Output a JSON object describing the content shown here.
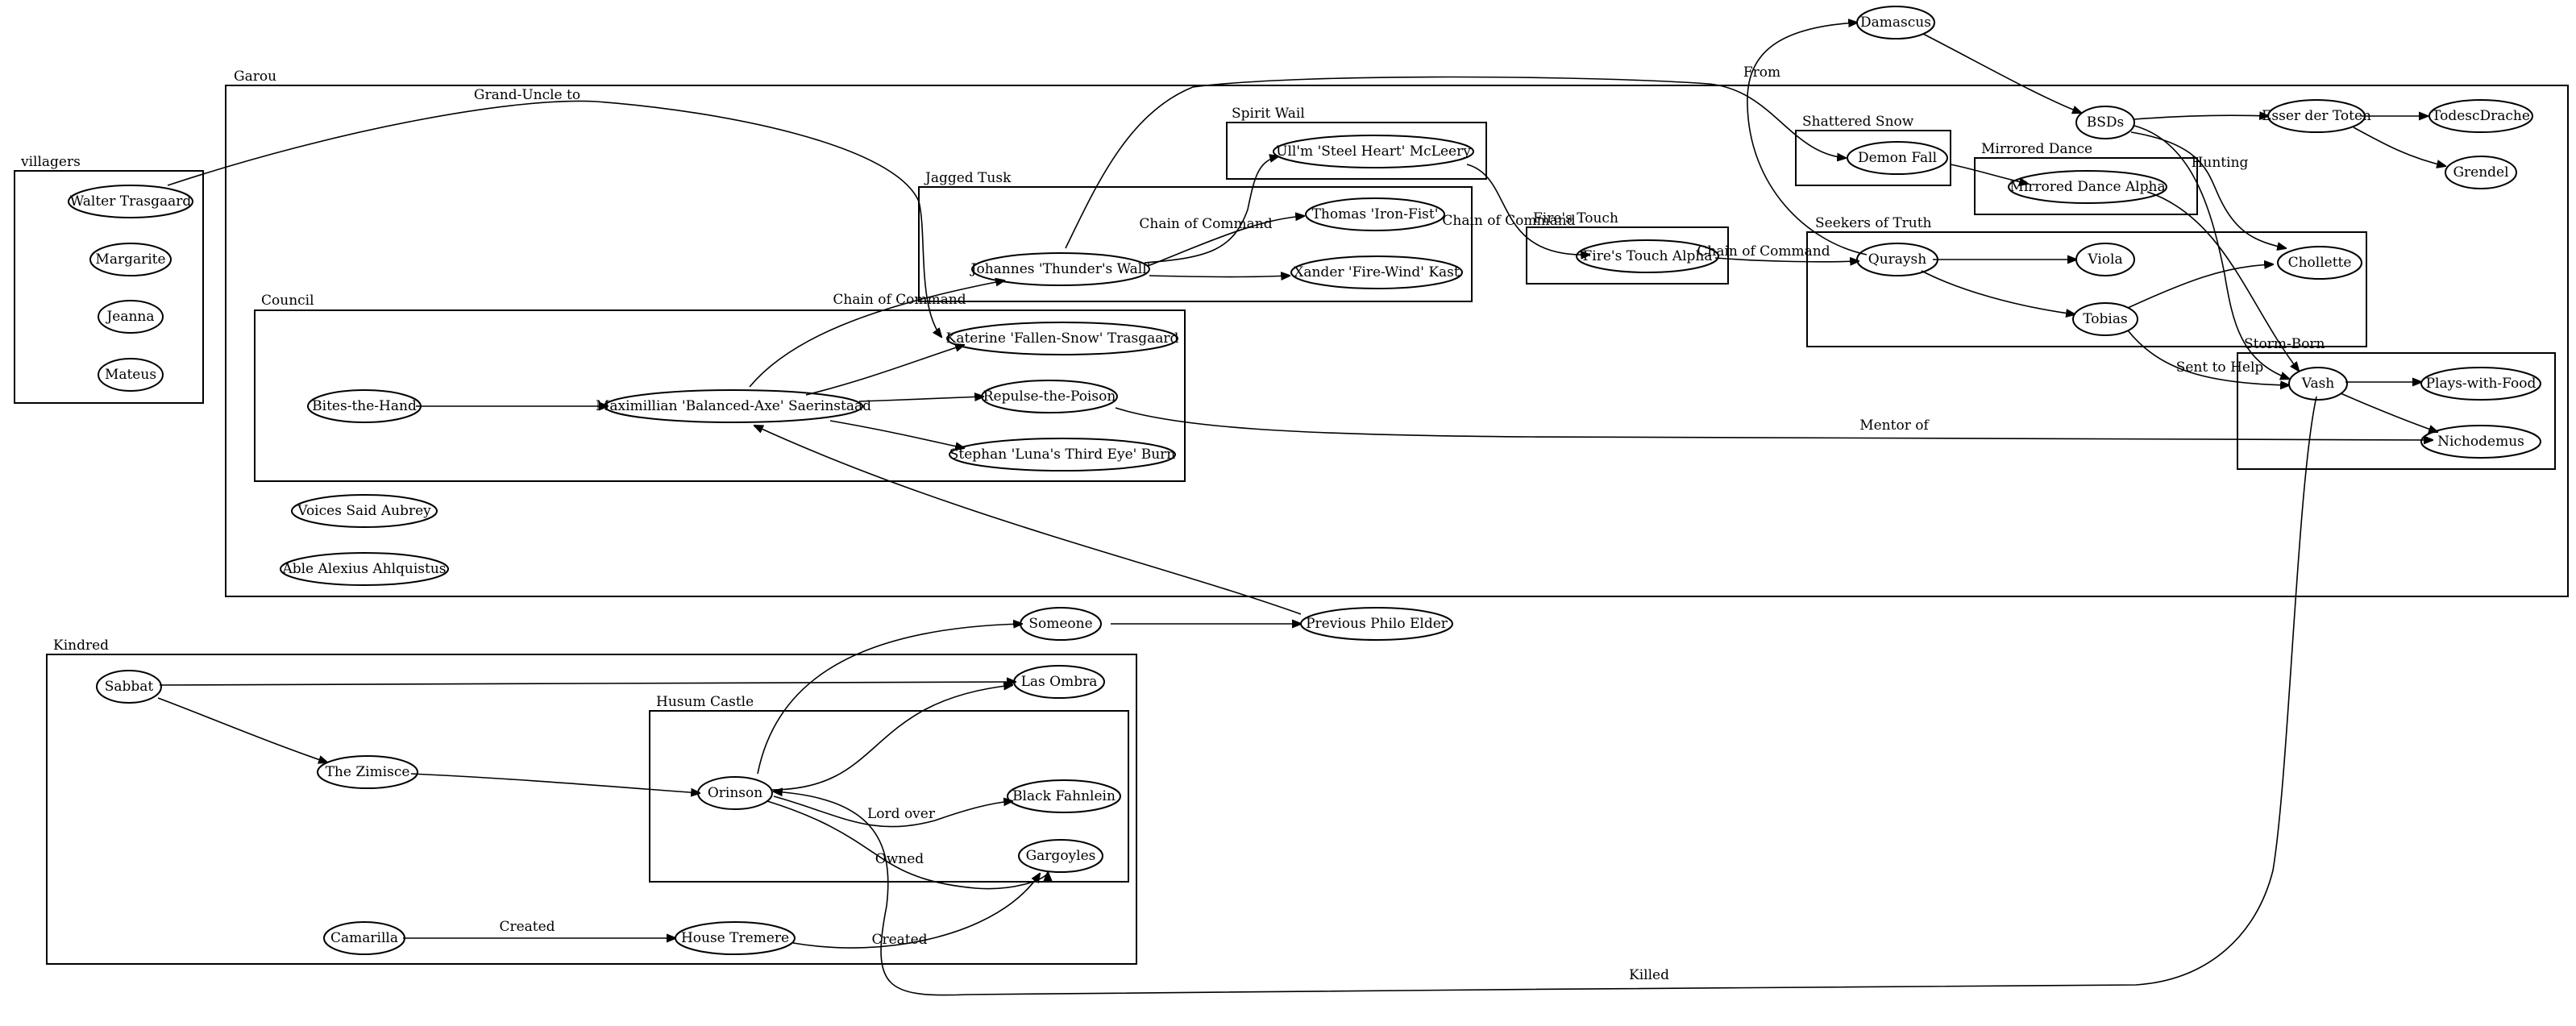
{
  "clusters": [
    {
      "id": "garou",
      "label": "Garou"
    },
    {
      "id": "villagers",
      "label": "villagers"
    },
    {
      "id": "council",
      "label": "Council"
    },
    {
      "id": "jagged",
      "label": "Jagged Tusk"
    },
    {
      "id": "spirit",
      "label": "Spirit Wail"
    },
    {
      "id": "fires",
      "label": "Fire's Touch"
    },
    {
      "id": "shattered",
      "label": "Shattered Snow"
    },
    {
      "id": "mirrored",
      "label": "Mirrored Dance"
    },
    {
      "id": "seekers",
      "label": "Seekers of Truth"
    },
    {
      "id": "storm",
      "label": "Storm-Born"
    },
    {
      "id": "kindred",
      "label": "Kindred"
    },
    {
      "id": "husum",
      "label": "Husum Castle"
    }
  ],
  "nodes": [
    {
      "id": "walter",
      "label": "Walter Trasgaard"
    },
    {
      "id": "margarite",
      "label": "Margarite"
    },
    {
      "id": "jeanna",
      "label": "Jeanna"
    },
    {
      "id": "mateus",
      "label": "Mateus"
    },
    {
      "id": "bites",
      "label": "Bites-the-Hand"
    },
    {
      "id": "max",
      "label": "Maximillian 'Balanced-Axe' Saerinstaad"
    },
    {
      "id": "katerine",
      "label": "Katerine 'Fallen-Snow' Trasgaard"
    },
    {
      "id": "repulse",
      "label": "Repulse-the-Poison"
    },
    {
      "id": "stephan",
      "label": "Stephan 'Luna's Third Eye' Burn"
    },
    {
      "id": "voices",
      "label": "Voices Said Aubrey"
    },
    {
      "id": "able",
      "label": "Able Alexius Ahlquistus"
    },
    {
      "id": "johannes",
      "label": "Johannes 'Thunder's Wall'"
    },
    {
      "id": "thomas",
      "label": "Thomas 'Iron-Fist'"
    },
    {
      "id": "xander",
      "label": "Xander 'Fire-Wind' Kast"
    },
    {
      "id": "ullm",
      "label": "Ull'm 'Steel Heart' McLeery"
    },
    {
      "id": "firealpha",
      "label": "Fire's Touch Alpha"
    },
    {
      "id": "demonfall",
      "label": "Demon Fall"
    },
    {
      "id": "mdalpha",
      "label": "Mirrored Dance Alpha"
    },
    {
      "id": "quraysh",
      "label": "Quraysh"
    },
    {
      "id": "viola",
      "label": "Viola"
    },
    {
      "id": "tobias",
      "label": "Tobias"
    },
    {
      "id": "chollette",
      "label": "Chollette"
    },
    {
      "id": "vash",
      "label": "Vash"
    },
    {
      "id": "plays",
      "label": "Plays-with-Food"
    },
    {
      "id": "nichodemus",
      "label": "Nichodemus"
    },
    {
      "id": "damascus",
      "label": "Damascus"
    },
    {
      "id": "bsds",
      "label": "BSDs"
    },
    {
      "id": "esser",
      "label": "Esser der Toten"
    },
    {
      "id": "todesc",
      "label": "TodescDrache"
    },
    {
      "id": "grendel",
      "label": "Grendel"
    },
    {
      "id": "someone",
      "label": "Someone"
    },
    {
      "id": "philo",
      "label": "Previous Philo Elder"
    },
    {
      "id": "sabbat",
      "label": "Sabbat"
    },
    {
      "id": "lasombra",
      "label": "Las Ombra"
    },
    {
      "id": "zimisce",
      "label": "The Zimisce"
    },
    {
      "id": "orinson",
      "label": "Orinson"
    },
    {
      "id": "fahnlein",
      "label": "Black Fahnlein"
    },
    {
      "id": "gargoyles",
      "label": "Gargoyles"
    },
    {
      "id": "camarilla",
      "label": "Camarilla"
    },
    {
      "id": "tremere",
      "label": "House Tremere"
    }
  ],
  "edges": [
    {
      "id": "e1",
      "from": "walter",
      "to": "katerine",
      "label": "Grand-Uncle to"
    },
    {
      "id": "e2",
      "from": "bites",
      "to": "max",
      "label": ""
    },
    {
      "id": "e3",
      "from": "max",
      "to": "johannes",
      "label": "Chain of Command"
    },
    {
      "id": "e4",
      "from": "max",
      "to": "katerine",
      "label": ""
    },
    {
      "id": "e5",
      "from": "max",
      "to": "repulse",
      "label": ""
    },
    {
      "id": "e6",
      "from": "max",
      "to": "stephan",
      "label": ""
    },
    {
      "id": "e7",
      "from": "johannes",
      "to": "ullm",
      "label": ""
    },
    {
      "id": "e8",
      "from": "johannes",
      "to": "thomas",
      "label": "Chain of Command"
    },
    {
      "id": "e9",
      "from": "johannes",
      "to": "xander",
      "label": ""
    },
    {
      "id": "e10",
      "from": "johannes",
      "to": "demonfall",
      "label": ""
    },
    {
      "id": "e11",
      "from": "ullm",
      "to": "firealpha",
      "label": "Chain of Command"
    },
    {
      "id": "e12",
      "from": "firealpha",
      "to": "quraysh",
      "label": "Chain of Command"
    },
    {
      "id": "e13",
      "from": "quraysh",
      "to": "damascus",
      "label": "From"
    },
    {
      "id": "e14",
      "from": "quraysh",
      "to": "viola",
      "label": ""
    },
    {
      "id": "e15",
      "from": "quraysh",
      "to": "tobias",
      "label": ""
    },
    {
      "id": "e16",
      "from": "tobias",
      "to": "chollette",
      "label": ""
    },
    {
      "id": "e17",
      "from": "tobias",
      "to": "vash",
      "label": "Sent to Help"
    },
    {
      "id": "e18",
      "from": "demonfall",
      "to": "mdalpha",
      "label": ""
    },
    {
      "id": "e19",
      "from": "mdalpha",
      "to": "vash",
      "label": ""
    },
    {
      "id": "e20",
      "from": "damascus",
      "to": "bsds",
      "label": ""
    },
    {
      "id": "e21",
      "from": "bsds",
      "to": "esser",
      "label": ""
    },
    {
      "id": "e22",
      "from": "bsds",
      "to": "vash",
      "label": ""
    },
    {
      "id": "e23",
      "from": "bsds",
      "to": "chollette",
      "label": "Hunting"
    },
    {
      "id": "e24",
      "from": "esser",
      "to": "todesc",
      "label": ""
    },
    {
      "id": "e25",
      "from": "esser",
      "to": "grendel",
      "label": ""
    },
    {
      "id": "e26",
      "from": "vash",
      "to": "plays",
      "label": ""
    },
    {
      "id": "e27",
      "from": "vash",
      "to": "nichodemus",
      "label": ""
    },
    {
      "id": "e28",
      "from": "repulse",
      "to": "nichodemus",
      "label": "Mentor of"
    },
    {
      "id": "e29",
      "from": "vash",
      "to": "orinson",
      "label": "Killed"
    },
    {
      "id": "e30",
      "from": "orinson",
      "to": "someone",
      "label": ""
    },
    {
      "id": "e31",
      "from": "someone",
      "to": "philo",
      "label": ""
    },
    {
      "id": "e32",
      "from": "philo",
      "to": "max",
      "label": ""
    },
    {
      "id": "e33",
      "from": "sabbat",
      "to": "lasombra",
      "label": ""
    },
    {
      "id": "e34",
      "from": "sabbat",
      "to": "zimisce",
      "label": ""
    },
    {
      "id": "e35",
      "from": "zimisce",
      "to": "orinson",
      "label": ""
    },
    {
      "id": "e36",
      "from": "orinson",
      "to": "lasombra",
      "label": ""
    },
    {
      "id": "e37",
      "from": "orinson",
      "to": "fahnlein",
      "label": "Lord over"
    },
    {
      "id": "e38",
      "from": "orinson",
      "to": "gargoyles",
      "label": "Owned"
    },
    {
      "id": "e39",
      "from": "camarilla",
      "to": "tremere",
      "label": "Created"
    },
    {
      "id": "e40",
      "from": "tremere",
      "to": "gargoyles",
      "label": "Created"
    }
  ]
}
